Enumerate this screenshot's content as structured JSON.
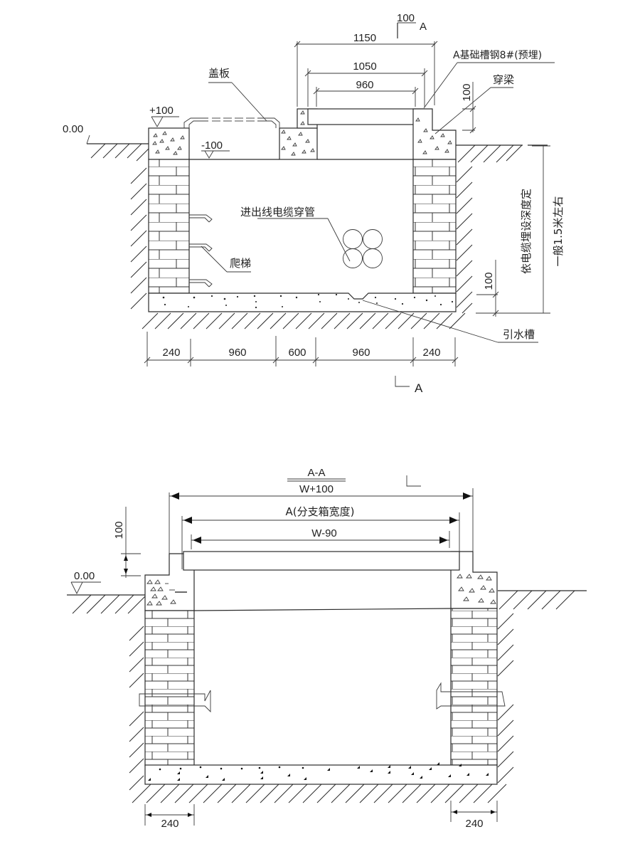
{
  "plan_view": {
    "section_mark_top": {
      "number": "100",
      "letter": "A"
    },
    "section_mark_bottom": {
      "letter": "A"
    },
    "elevation_ground": "0.00",
    "elevation_cover": "+100",
    "elevation_inner": "-100",
    "label_cover_plate": "盖板",
    "label_channel_steel": "A基础槽钢8#(预埋)",
    "label_beam": "穿梁",
    "label_cable_duct": "进出线电缆穿管",
    "label_ladder": "爬梯",
    "label_drain": "引水槽",
    "label_depth_1": "依电缆埋设深度定",
    "label_depth_2": "一般1.5米左右",
    "dim_top": [
      "1150",
      "1050",
      "960"
    ],
    "dim_right_top": "100",
    "dim_right_bottom": "100",
    "dim_bottom": [
      "240",
      "960",
      "600",
      "960",
      "240"
    ]
  },
  "section_view": {
    "title": "A-A",
    "dim_outer": "W+100",
    "dim_middle": "A(分支箱宽度)",
    "dim_inner": "W-90",
    "dim_left_height": "100",
    "elevation_ground": "0.00",
    "dim_bottom_left": "240",
    "dim_bottom_right": "240"
  }
}
